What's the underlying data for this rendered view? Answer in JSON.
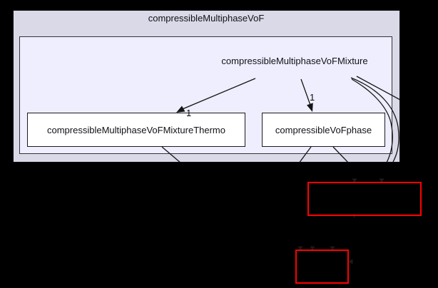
{
  "graph": {
    "outer_cluster": {
      "label": "compressibleMultiphaseVoF"
    },
    "inner_cluster": {
      "label": "compressibleMultiphaseVoFMixture"
    },
    "nodes": [
      {
        "label": "compressibleMultiphaseVoFMixtureThermo"
      },
      {
        "label": "compressibleVoFphase"
      }
    ],
    "edges": [
      {
        "label": "1",
        "to": "compressibleMultiphaseVoFMixtureThermo"
      },
      {
        "label": "1",
        "to": "compressibleVoFphase"
      }
    ],
    "external_nodes": [
      {
        "label": ""
      },
      {
        "label": ""
      }
    ]
  },
  "colors": {
    "page_background": "#000000",
    "outer_cluster_fill": "#d9d9e7",
    "inner_cluster_fill": "#eeeeff",
    "node_fill": "#ffffff",
    "node_border": "#1a1a20",
    "edge_stroke": "#141414",
    "external_node_border": "#ff0000",
    "text": "#111116"
  }
}
